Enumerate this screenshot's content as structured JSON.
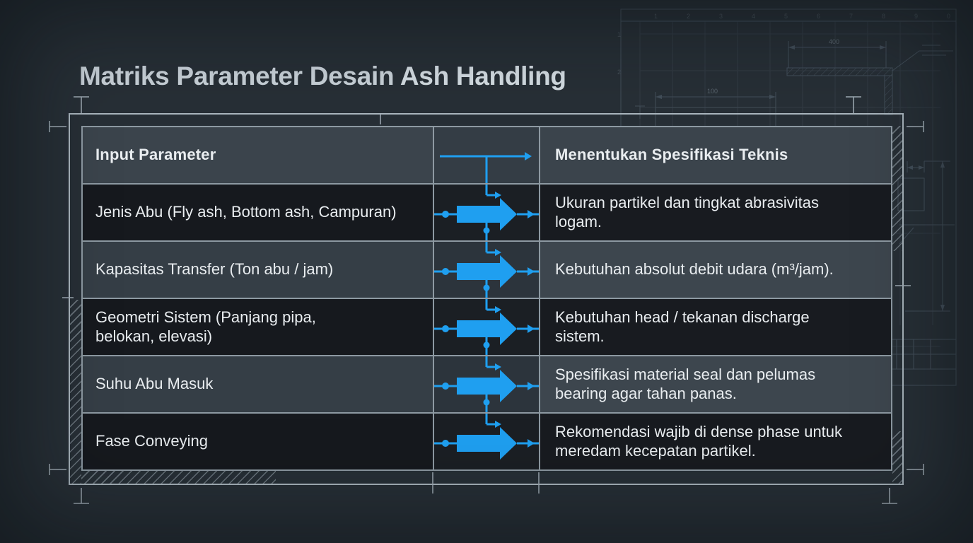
{
  "title": {
    "prefix": "Matriks Parameter Desain",
    "emphasis": "Ash Handling"
  },
  "matrix": {
    "input_header": "Input Parameter",
    "output_header": "Menentukan Spesifikasi Teknis",
    "rows": [
      {
        "input": "Jenis Abu (Fly ash, Bottom ash, Campuran)",
        "output": "Ukuran partikel dan tingkat abrasivitas logam."
      },
      {
        "input": "Kapasitas Transfer (Ton abu / jam)",
        "output": "Kebutuhan absolut debit udara (m³/jam)."
      },
      {
        "input": "Geometri Sistem (Panjang pipa,\nbelokan, elevasi)",
        "output": "Kebutuhan head / tekanan discharge sistem."
      },
      {
        "input": "Suhu Abu Masuk",
        "output": "Spesifikasi material seal dan pelumas\nbearing agar tahan panas."
      },
      {
        "input": "Fase Conveying",
        "output": "Rekomendasi wajib di dense phase untuk\nmeredam kecepatan partikel."
      }
    ]
  },
  "background": {
    "dim_labels": [
      "400",
      "100"
    ],
    "ruler_digits": "1 2 3 4 5 6 7 8 9 0",
    "side_digits": "1 2"
  },
  "colors": {
    "page_bg": "#272f36",
    "accent_blue": "#1f9ff0",
    "header_bg": "#3b444c",
    "row_dark": "#16191e",
    "row_light": "#353e46",
    "grid_line": "#8d99a2",
    "title_text": "#c8d1d8",
    "cell_text": "#e9edf0"
  }
}
